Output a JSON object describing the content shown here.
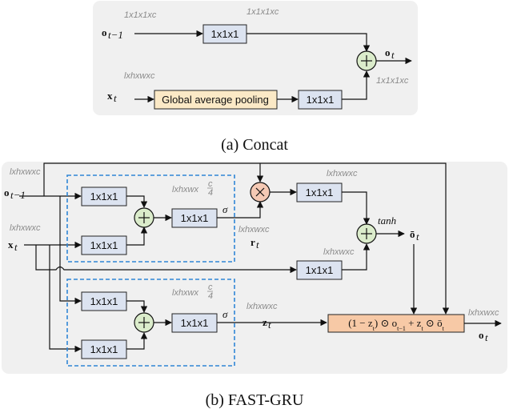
{
  "colors": {
    "panel_bg": "#f0f0f0",
    "conv_fill": "#dce3f0",
    "conv_stroke": "#222222",
    "gap_fill": "#fbe9c6",
    "formula_fill": "#f7c9a6",
    "mult_fill": "#f4c9b4",
    "add_fill": "#dbeccb",
    "dashed_stroke": "#2f86d6"
  },
  "panel_a": {
    "caption": "(a) Concat",
    "o_prev": "o",
    "o_prev_sub": "t−1",
    "x_t": "x",
    "x_t_sub": "t",
    "o_t": "o",
    "o_t_sub": "t",
    "dim_o_prev": "1x1x1xc",
    "dim_conv_top": "1x1x1xc",
    "dim_x": "lxhxwxc",
    "dim_out": "1x1x1xc",
    "conv_top": "1x1x1",
    "gap_label": "Global average pooling",
    "conv_bottom": "1x1x1"
  },
  "panel_b": {
    "caption": "(b) FAST-GRU",
    "dim_top_left": "lxhxwxc",
    "dim_x": "lxhxwxc",
    "o_prev": "o",
    "o_prev_sub": "t−1",
    "x_t": "x",
    "x_t_sub": "t",
    "conv_r1": "1x1x1",
    "conv_r2": "1x1x1",
    "conv_r3": "1x1x1",
    "dim_r": "lxhxwx",
    "dim_r_frac_num": "c",
    "dim_r_frac_den": "4",
    "sigma_r": "σ",
    "r_label": "r",
    "r_sub": "t",
    "dim_r_out": "lxhxwxc",
    "conv_mult": "1x1x1",
    "dim_mult": "lxhxwxc",
    "conv_x": "1x1x1",
    "dim_x_conv": "lxhxwxc",
    "tanh": "tanh",
    "o_bar": "ō",
    "o_bar_sub": "t",
    "conv_z1": "1x1x1",
    "conv_z2": "1x1x1",
    "conv_z3": "1x1x1",
    "dim_z": "lxhxwx",
    "dim_z_frac_num": "c",
    "dim_z_frac_den": "4",
    "sigma_z": "σ",
    "z_label": "z",
    "z_sub": "t",
    "dim_z_out": "lxhxwxc",
    "formula": "(1 − z",
    "formula_sub1": "t",
    "formula_mid": ") ⊙ o",
    "formula_sub2": "t−1",
    "formula_mid2": " + z",
    "formula_sub3": "t",
    "formula_end": " ⊙ ō",
    "formula_sub4": "t",
    "dim_final": "lxhxwxc",
    "o_t": "o",
    "o_t_sub": "t"
  }
}
